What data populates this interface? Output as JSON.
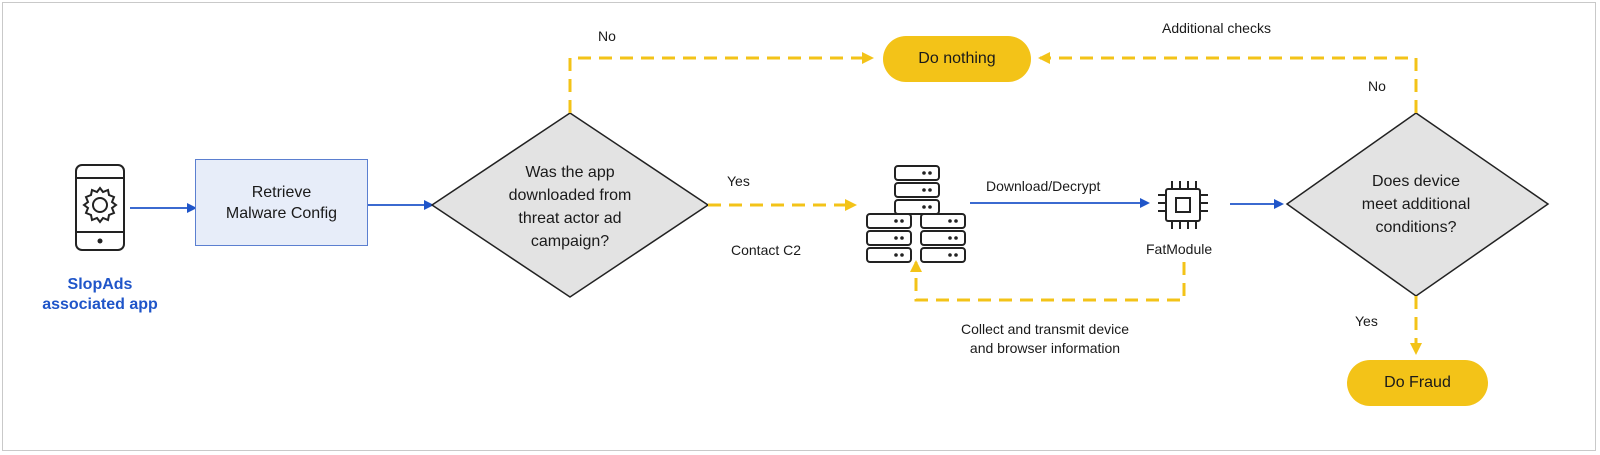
{
  "app": {
    "line1": "SlopAds",
    "line2": "associated app",
    "phone_icon": "phone-gear-icon"
  },
  "retrieve_box": {
    "line1": "Retrieve",
    "line2": "Malware Config"
  },
  "decision1": {
    "lines": [
      "Was the app",
      "downloaded from",
      "threat actor ad",
      "campaign?"
    ]
  },
  "decision2": {
    "lines": [
      "Does device",
      "meet additional",
      "conditions?"
    ]
  },
  "do_nothing": "Do nothing",
  "do_fraud": "Do Fraud",
  "labels": {
    "no_top": "No",
    "yes_d1": "Yes",
    "contact_c2": "Contact C2",
    "download_decrypt": "Download/Decrypt",
    "fatmodule": "FatModule",
    "collect_line1": "Collect and transmit device",
    "collect_line2": "and browser information",
    "additional_checks": "Additional checks",
    "no_right": "No",
    "yes_d2": "Yes"
  },
  "colors": {
    "blue_arrow": "#1f55c9",
    "yellow_dash": "#f3c318",
    "diamond_fill": "#e3e3e3",
    "box_fill": "#e7edf9"
  }
}
